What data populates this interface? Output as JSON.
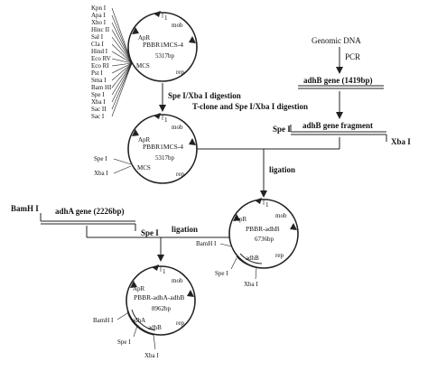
{
  "plasmid1": {
    "name": "PBBR1MCS-4",
    "size": "5317bp",
    "labels": {
      "apr": "ApR",
      "mob": "mob",
      "rep": "rep",
      "mcs": "MCS",
      "ori": "1"
    },
    "sites": [
      "Kpn I",
      "Apa I",
      "Xho I",
      "Hinc II",
      "Sal I",
      "Cla I",
      "Hind I",
      "Eco RV",
      "Eco RI",
      "Pst I",
      "Sma I",
      "Bam HI",
      "Spe I",
      "Xba I",
      "Sac II",
      "Sac I"
    ]
  },
  "plasmid2": {
    "name": "PBBR1MCS-4",
    "size": "5317bp",
    "labels": {
      "apr": "ApR",
      "mob": "mob",
      "rep": "rep",
      "mcs": "MCS",
      "ori": "1",
      "spe": "Spe I",
      "xba": "Xba I"
    }
  },
  "plasmid3": {
    "name": "PBBR-adhB",
    "size": "6736bp",
    "labels": {
      "apr": "ApR",
      "mob": "mob",
      "rep": "rep",
      "adhb": "adhB",
      "ori": "1",
      "bam": "BamH I",
      "spe": "Spe I",
      "xba": "Xba I"
    }
  },
  "plasmid4": {
    "name": "PBBR-adhA-adhB",
    "size": "8962bp",
    "labels": {
      "apr": "ApR",
      "mob": "mob",
      "rep": "rep",
      "adha": "adhA",
      "adhb": "adhB",
      "ori": "1",
      "bam": "BamH I",
      "spe": "Spe I",
      "xba": "Xba I"
    }
  },
  "steps": {
    "genomic": "Genomic DNA",
    "pcr": "PCR",
    "adhb_gene": "adhB gene (1419bp)",
    "digest1": "Spe I/Xba I digestion",
    "tclone": "T-clone and Spe I/Xba I digestion",
    "fragment": "adhB gene fragment",
    "frag_spe": "Spe I",
    "frag_xba": "Xba I",
    "ligation1": "ligation",
    "adha_bam": "BamH I",
    "adha_gene": "adhA gene (2226bp)",
    "adha_spe": "Spe I",
    "ligation2": "ligation"
  }
}
